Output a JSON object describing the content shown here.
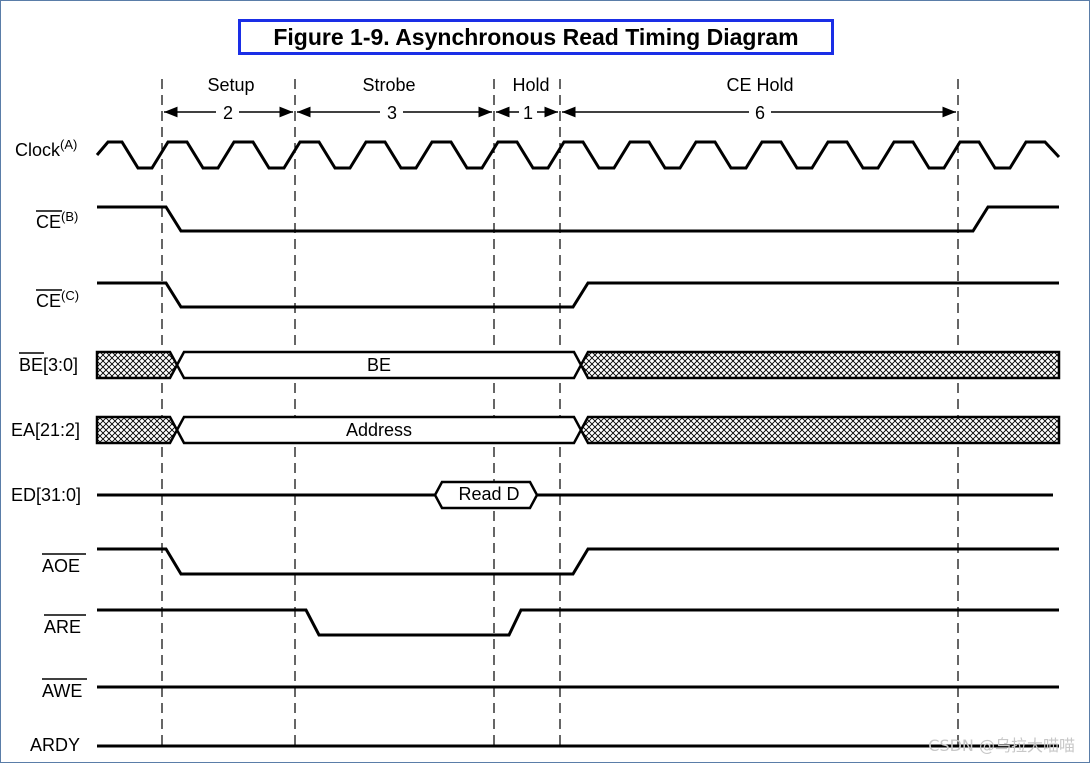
{
  "title": "Figure 1-9. Asynchronous Read Timing Diagram",
  "phases": [
    {
      "label": "Setup",
      "count": "2"
    },
    {
      "label": "Strobe",
      "count": "3"
    },
    {
      "label": "Hold",
      "count": "1"
    },
    {
      "label": "CE Hold",
      "count": "6"
    }
  ],
  "signals": {
    "clock": {
      "name": "Clock",
      "note": "(A)"
    },
    "ce_b": {
      "name": "CE",
      "note": "(B)"
    },
    "ce_c": {
      "name": "CE",
      "note": "(C)"
    },
    "be": {
      "name": "BE[3:0]",
      "bus_label": "BE"
    },
    "ea": {
      "name": "EA[21:2]",
      "bus_label": "Address"
    },
    "ed": {
      "name": "ED[31:0]",
      "bus_label": "Read D"
    },
    "aoe": {
      "name": "AOE"
    },
    "are": {
      "name": "ARE"
    },
    "awe": {
      "name": "AWE"
    },
    "ardy": {
      "name": "ARDY"
    }
  },
  "watermark": "CSDN @乌拉大喵喵"
}
